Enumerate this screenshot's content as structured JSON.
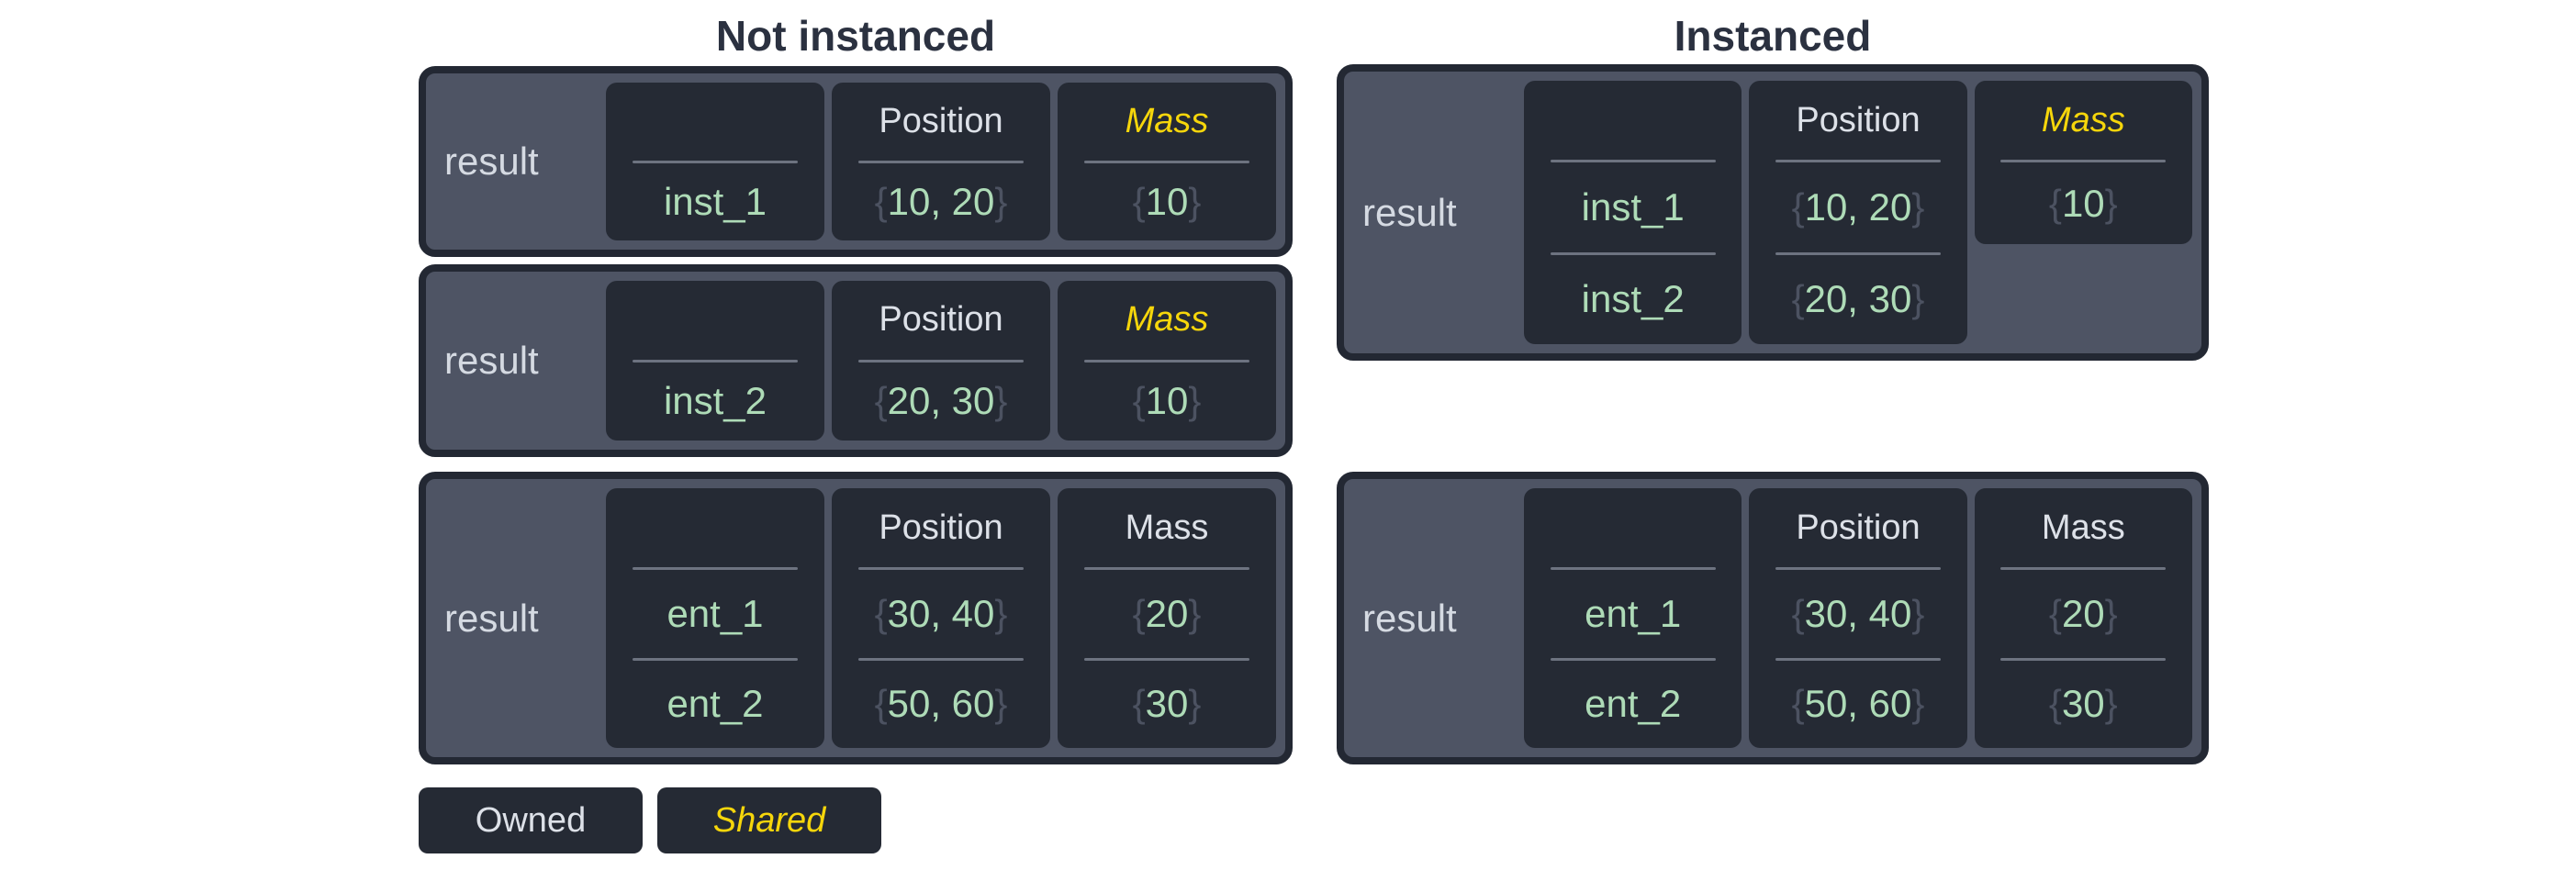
{
  "titles": {
    "left": "Not instanced",
    "right": "Instanced"
  },
  "legend": {
    "owned": "Owned",
    "shared": "Shared"
  },
  "colors": {
    "page_bg": "#ffffff",
    "title_text": "#2b3140",
    "box_border": "#232833",
    "box_fill": "#4e5464",
    "cell_bg": "#252a34",
    "divider": "#6d7380",
    "label_text": "#d5dae2",
    "header_text": "#dde1e8",
    "shared_yellow": "#f6d60b",
    "value_green": "#aedbb7",
    "brace_gray": "#4c5261"
  },
  "boxes": {
    "left1": {
      "label": "result",
      "cols": [
        {
          "header": "",
          "rows": [
            {
              "open": "",
              "text": "inst_1",
              "close": ""
            }
          ]
        },
        {
          "header": "Position",
          "rows": [
            {
              "open": "{",
              "text": "10, 20",
              "close": "}"
            }
          ]
        },
        {
          "header": "Mass",
          "shared": true,
          "rows": [
            {
              "open": "{",
              "text": "10",
              "close": "}"
            }
          ]
        }
      ]
    },
    "left2": {
      "label": "result",
      "cols": [
        {
          "header": "",
          "rows": [
            {
              "open": "",
              "text": "inst_2",
              "close": ""
            }
          ]
        },
        {
          "header": "Position",
          "rows": [
            {
              "open": "{",
              "text": "20, 30",
              "close": "}"
            }
          ]
        },
        {
          "header": "Mass",
          "shared": true,
          "rows": [
            {
              "open": "{",
              "text": "10",
              "close": "}"
            }
          ]
        }
      ]
    },
    "left3": {
      "label": "result",
      "cols": [
        {
          "header": "",
          "rows": [
            {
              "open": "",
              "text": "ent_1",
              "close": ""
            },
            {
              "open": "",
              "text": "ent_2",
              "close": ""
            }
          ]
        },
        {
          "header": "Position",
          "rows": [
            {
              "open": "{",
              "text": "30, 40",
              "close": "}"
            },
            {
              "open": "{",
              "text": "50, 60",
              "close": "}"
            }
          ]
        },
        {
          "header": "Mass",
          "shared": false,
          "rows": [
            {
              "open": "{",
              "text": "20",
              "close": "}"
            },
            {
              "open": "{",
              "text": "30",
              "close": "}"
            }
          ]
        }
      ]
    },
    "right1": {
      "label": "result",
      "cols": [
        {
          "header": "",
          "rows": [
            {
              "open": "",
              "text": "inst_1",
              "close": ""
            },
            {
              "open": "",
              "text": "inst_2",
              "close": ""
            }
          ]
        },
        {
          "header": "Position",
          "rows": [
            {
              "open": "{",
              "text": "10, 20",
              "close": "}"
            },
            {
              "open": "{",
              "text": "20, 30",
              "close": "}"
            }
          ]
        },
        {
          "header": "Mass",
          "shared": true,
          "rows": [
            {
              "open": "{",
              "text": "10",
              "close": "}"
            }
          ]
        }
      ]
    },
    "right2": {
      "label": "result",
      "cols": [
        {
          "header": "",
          "rows": [
            {
              "open": "",
              "text": "ent_1",
              "close": ""
            },
            {
              "open": "",
              "text": "ent_2",
              "close": ""
            }
          ]
        },
        {
          "header": "Position",
          "rows": [
            {
              "open": "{",
              "text": "30, 40",
              "close": "}"
            },
            {
              "open": "{",
              "text": "50, 60",
              "close": "}"
            }
          ]
        },
        {
          "header": "Mass",
          "shared": false,
          "rows": [
            {
              "open": "{",
              "text": "20",
              "close": "}"
            },
            {
              "open": "{",
              "text": "30",
              "close": "}"
            }
          ]
        }
      ]
    }
  }
}
